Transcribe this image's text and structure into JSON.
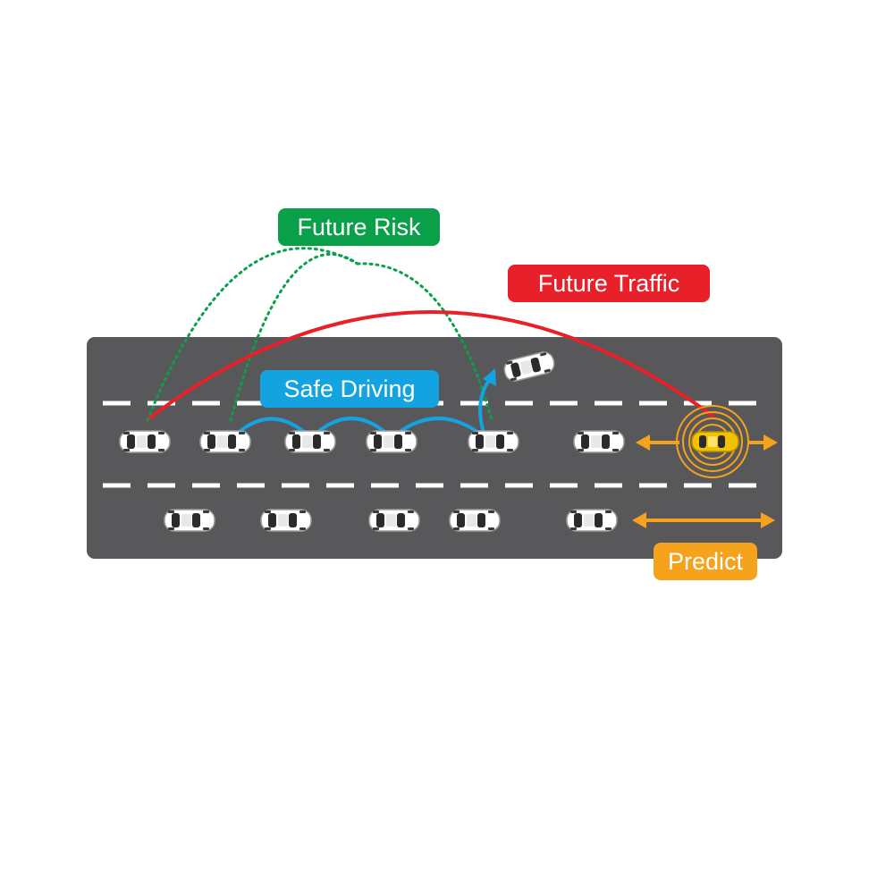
{
  "labels": {
    "future_risk": "Future Risk",
    "future_traffic": "Future Traffic",
    "safe_driving": "Safe Driving",
    "predict": "Predict"
  },
  "colors": {
    "road": "#58585a",
    "lane_marking": "#ffffff",
    "future_risk": "#0aa04a",
    "future_traffic": "#e8202a",
    "safe_driving": "#12a3e0",
    "predict": "#f5a21c",
    "car_body": "#ffffff",
    "car_window": "#2b2b2b",
    "ego_car_body": "#f2c200"
  },
  "icons": {
    "car": "car-top-view-icon",
    "ego_car": "car-top-view-icon",
    "radar_rings": "sensor-rings-icon",
    "arrow": "double-arrow-icon"
  }
}
